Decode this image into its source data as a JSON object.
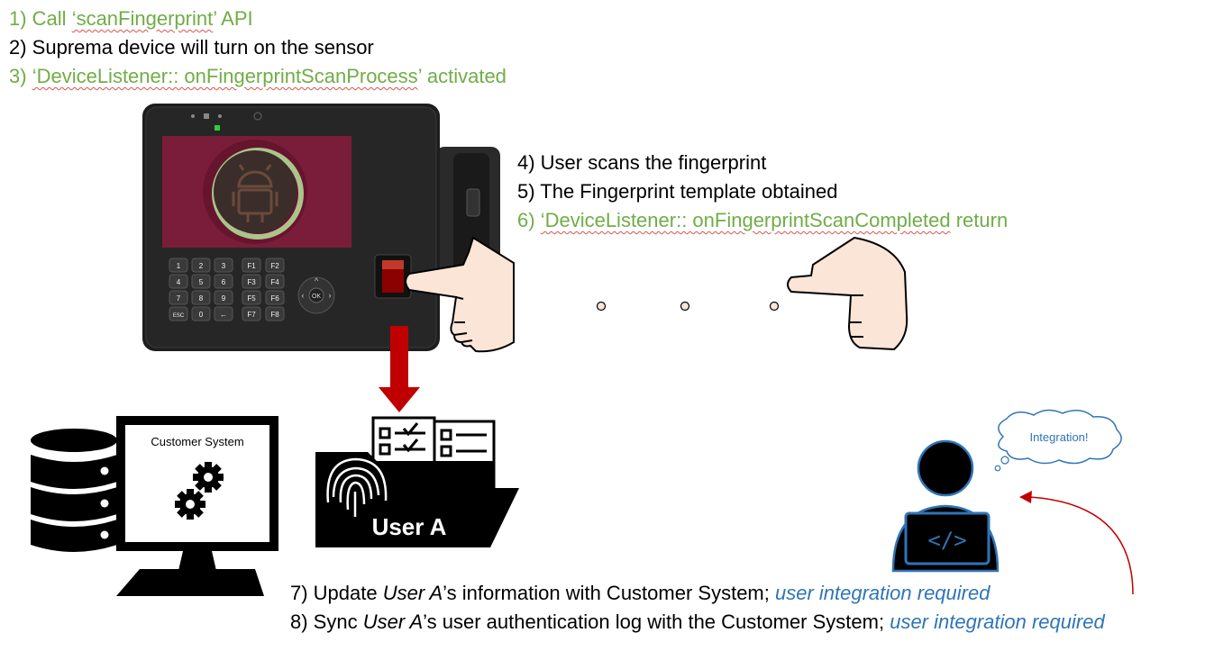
{
  "steps": {
    "s1": {
      "num": "1) Call ",
      "code": "‘scanFingerprint",
      "rest": "’ API"
    },
    "s2": "2) Suprema device will turn on the sensor",
    "s3": {
      "num": "3) ",
      "code": "‘DeviceListener:: onFingerprintScanProcess",
      "rest": "’ activated"
    },
    "s4": "4) User scans the fingerprint",
    "s5": "5) The Fingerprint template obtained",
    "s6": {
      "num": "6) ",
      "code": "‘DeviceListener:: onFingerprintScanCompleted",
      "rest": " return"
    },
    "s7": {
      "pre": "7) Update ",
      "user": "User A",
      "mid": "’s information with Customer System; ",
      "note": "user integration required"
    },
    "s8": {
      "pre": "8) Sync ",
      "user": "User A",
      "mid": "’s user authentication log with the Customer System; ",
      "note": "user integration required"
    }
  },
  "labels": {
    "customer_system": "Customer System",
    "user_folder": "User A",
    "integration_bubble": "Integration!"
  },
  "device_keys": [
    "1",
    "2",
    "3",
    "F1",
    "F2",
    "4",
    "5",
    "6",
    "F3",
    "F4",
    "7",
    "8",
    "9",
    "F5",
    "F6",
    "ESC",
    "0",
    "←",
    "F7",
    "F8"
  ],
  "nav_ok": "OK",
  "icons": [
    "database-icon",
    "monitor-icon",
    "gears-icon",
    "fingerprint-folder-icon",
    "developer-icon",
    "thought-bubble-icon",
    "pointing-hand-icon",
    "down-arrow-icon",
    "curved-arrow-icon"
  ],
  "colors": {
    "green": "#70ad47",
    "blue": "#2e75b6",
    "arrow_red": "#c00000",
    "screen": "#7a1d3a",
    "skin": "#fbe5d6"
  }
}
